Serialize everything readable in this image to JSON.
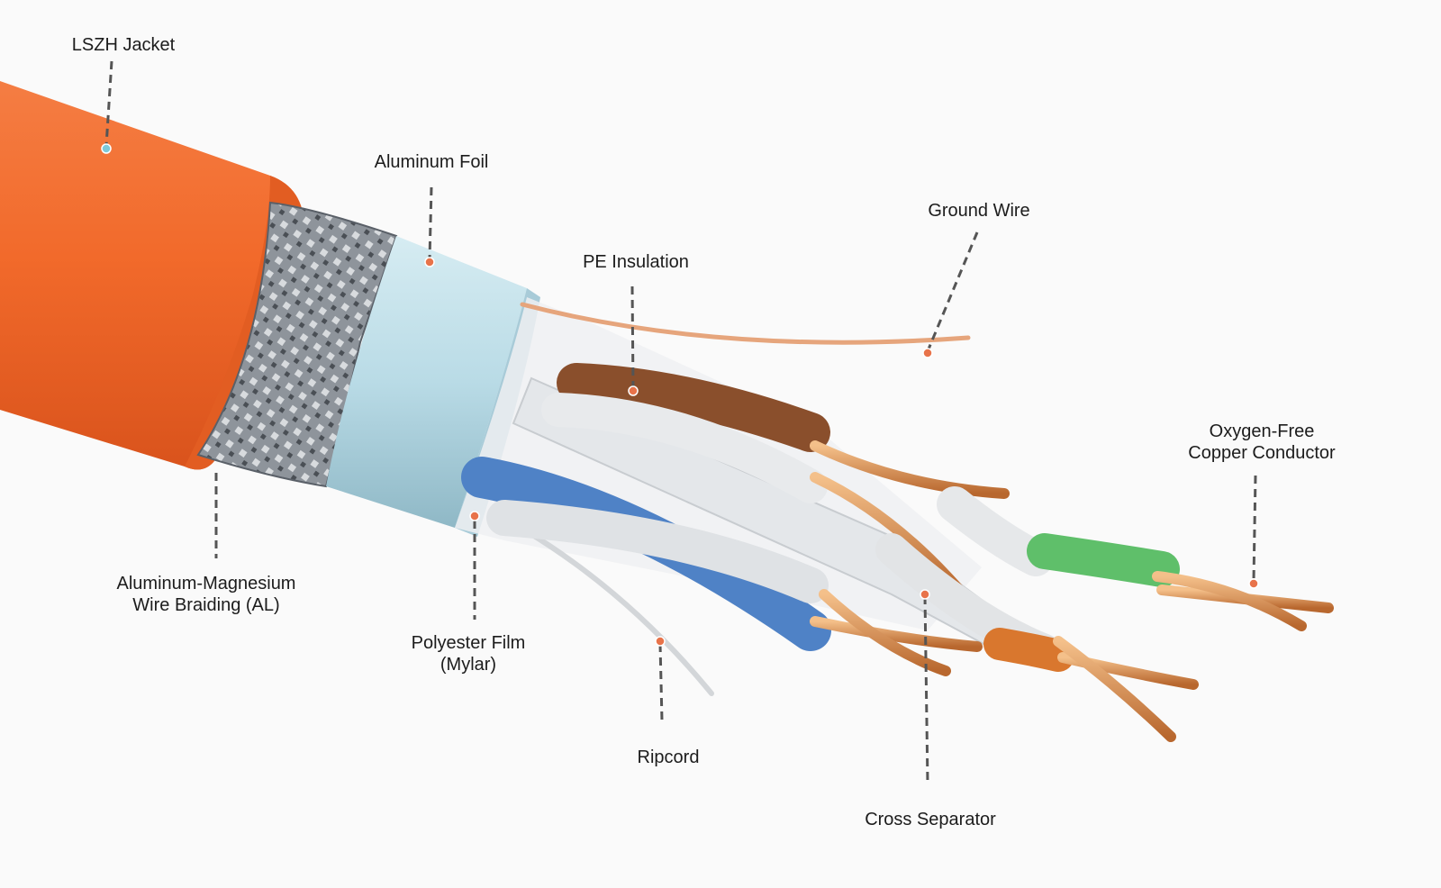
{
  "callouts": {
    "jacket": {
      "lines": [
        "LSZH Jacket"
      ]
    },
    "foil": {
      "lines": [
        "Aluminum Foil"
      ]
    },
    "ground": {
      "lines": [
        "Ground Wire"
      ]
    },
    "pe": {
      "lines": [
        "PE Insulation"
      ]
    },
    "copper": {
      "lines": [
        "Oxygen-Free",
        "Copper Conductor"
      ]
    },
    "braid": {
      "lines": [
        "Aluminum-Magnesium",
        "Wire Braiding (AL)"
      ]
    },
    "polyester": {
      "lines": [
        "Polyester Film",
        "(Mylar)"
      ]
    },
    "ripcord": {
      "lines": [
        "Ripcord"
      ]
    },
    "cross": {
      "lines": [
        "Cross Separator"
      ]
    }
  },
  "colors": {
    "jacket": "#f26a2b",
    "foil": "#b9dbe6",
    "braid": "#9ea3aa",
    "copper": "#d9894b",
    "pair_brown": "#8a4f2c",
    "pair_blue": "#4f82c6",
    "pair_green": "#5fbf6a",
    "pair_orange": "#d9772e",
    "marker": "#e8734a",
    "leader": "#555555"
  }
}
